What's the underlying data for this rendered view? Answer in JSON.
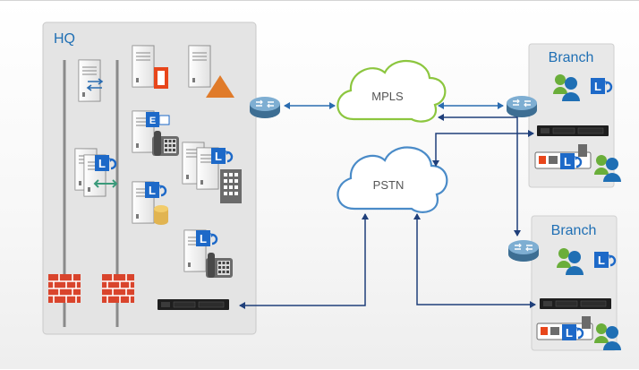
{
  "hq": {
    "title": "HQ"
  },
  "branches": [
    {
      "title": "Branch"
    },
    {
      "title": "Branch"
    }
  ],
  "clouds": {
    "mpls": "MPLS",
    "pstn": "PSTN"
  },
  "icons": {
    "lync": "L",
    "exchange": "E",
    "server": "server-icon",
    "router": "router-icon",
    "firewall": "firewall-icon",
    "gateway": "media-gateway-icon",
    "phone": "ip-phone-icon"
  },
  "colors": {
    "accent": "#1f6fb4",
    "mpls_cloud": "#8cc63f",
    "pstn_cloud": "#4a8bc8",
    "link": "#1f3f7a",
    "firewall": "#d9442c",
    "office": "#e8461b",
    "warning": "#e07b2a"
  }
}
